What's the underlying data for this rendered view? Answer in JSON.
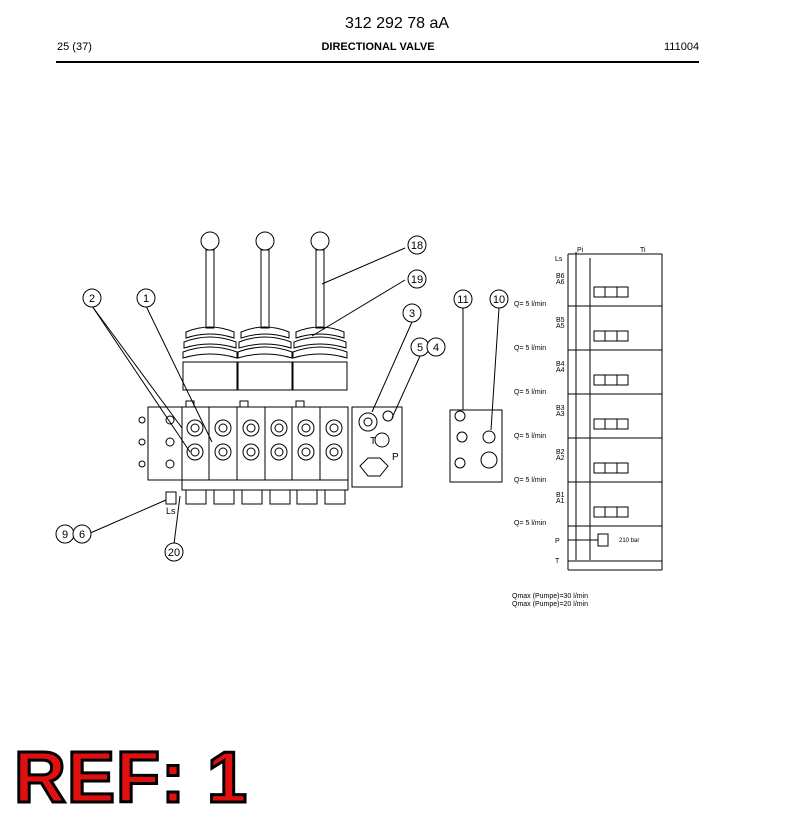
{
  "header": {
    "doc_number": "312 292 78 aA",
    "page": "25 (37)",
    "title": "DIRECTIONAL VALVE",
    "code": "111004"
  },
  "callouts": [
    {
      "id": "c1",
      "label": "1"
    },
    {
      "id": "c2",
      "label": "2"
    },
    {
      "id": "c3",
      "label": "3"
    },
    {
      "id": "c5",
      "label": "5"
    },
    {
      "id": "c4",
      "label": "4"
    },
    {
      "id": "c6",
      "label": "6"
    },
    {
      "id": "c9",
      "label": "9"
    },
    {
      "id": "c10",
      "label": "10"
    },
    {
      "id": "c11",
      "label": "11"
    },
    {
      "id": "c18",
      "label": "18"
    },
    {
      "id": "c19",
      "label": "19"
    },
    {
      "id": "c20",
      "label": "20"
    }
  ],
  "valve_labels": {
    "ls": "Ls",
    "t": "T",
    "p": "P"
  },
  "schematic": {
    "pi": "Pi",
    "ti": "Ti",
    "ls": "Ls",
    "sections": [
      {
        "b": "B6",
        "a": "A6",
        "flow": "Q= 5 l/min"
      },
      {
        "b": "B5",
        "a": "A5",
        "flow": "Q= 5 l/min"
      },
      {
        "b": "B4",
        "a": "A4",
        "flow": "Q= 5 l/min"
      },
      {
        "b": "B3",
        "a": "A3",
        "flow": "Q= 5 l/min"
      },
      {
        "b": "B2",
        "a": "A2",
        "flow": "Q= 5 l/min"
      },
      {
        "b": "B1",
        "a": "A1",
        "flow": "Q= 5 l/min"
      }
    ],
    "p": "P",
    "t": "T",
    "pressure": "210 bar",
    "qmax_1": "Qmax (Pumpe)=30 l/min",
    "qmax_2": "Qmax (Pumpe)=20 l/min"
  },
  "ref_label": "REF: 1"
}
